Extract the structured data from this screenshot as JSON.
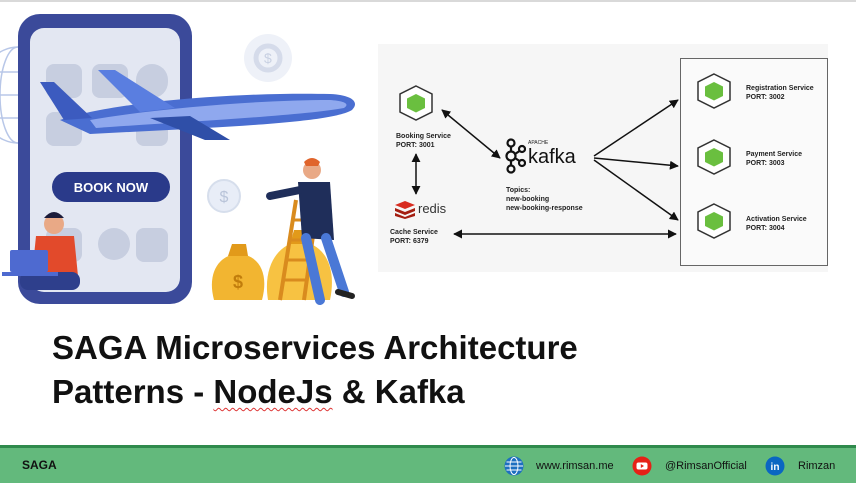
{
  "illustration": {
    "button_label": "BOOK NOW"
  },
  "diagram": {
    "booking": {
      "name": "Booking Service",
      "port": "PORT: 3001"
    },
    "cache": {
      "logo": "redis",
      "name": "Cache Service",
      "port": "PORT: 6379"
    },
    "kafka": {
      "logo": "kafka",
      "logo_small": "APACHE",
      "topics_title": "Topics:",
      "topics": [
        "new-booking",
        "new-booking-response"
      ]
    },
    "services": [
      {
        "name": "Registration Service",
        "port": "PORT: 3002"
      },
      {
        "name": "Payment Service",
        "port": "PORT: 3003"
      },
      {
        "name": "Activation Service",
        "port": "PORT: 3004"
      }
    ]
  },
  "title": {
    "line1": "SAGA Microservices Architecture",
    "line2_prefix": "Patterns - ",
    "line2_underlined": "NodeJs",
    "line2_suffix": " & Kafka"
  },
  "footer": {
    "brand": "SAGA",
    "website": "www.rimsan.me",
    "youtube": "@RimsanOfficial",
    "linkedin": "Rimzan",
    "linkedin_icon_text": "in"
  },
  "colors": {
    "footer_bg": "#63b97c",
    "node_green": "#6abf3f",
    "redis_red": "#c6302b",
    "youtube_red": "#e62117",
    "linkedin_blue": "#0a66c2",
    "globe_blue": "#1d6fc0"
  }
}
